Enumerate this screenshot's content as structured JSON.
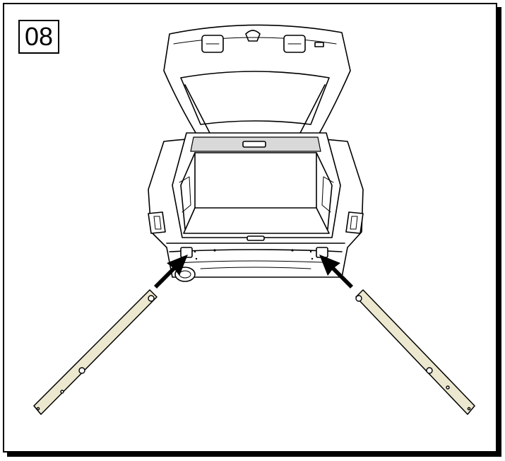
{
  "step": {
    "number": "08"
  },
  "illustration": {
    "subject": "car-rear-open-tailgate",
    "parts": [
      "tailgate",
      "cargo-area",
      "rear-bumper",
      "left-mounting-bar",
      "right-mounting-bar"
    ],
    "arrows": [
      "left-arrow-icon",
      "right-arrow-icon"
    ]
  },
  "colors": {
    "outline": "#000000",
    "background": "#ffffff",
    "bar_fill": "#ece8cf"
  }
}
